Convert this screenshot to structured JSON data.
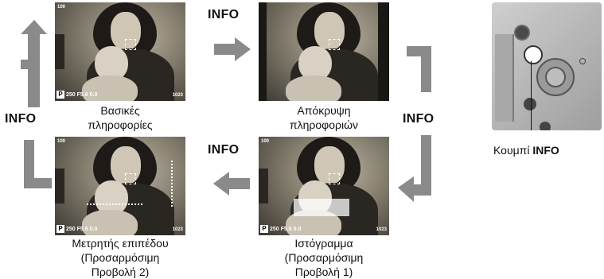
{
  "labels": {
    "info_top": "INFO",
    "info_left": "INFO",
    "info_right": "INFO",
    "info_bottom": "INFO",
    "button_caption_prefix": "Κουμπί",
    "button_caption_bold": "INFO"
  },
  "captions": {
    "basic": [
      "Βασικές",
      "πληροφορίες"
    ],
    "hidden": [
      "Απόκρυψη",
      "πληροφοριών"
    ],
    "level": [
      "Μετρητής επιπέδου",
      "(Προσαρμόσιμη",
      "Προβολή 2)"
    ],
    "histogram": [
      "Ιστόγραμμα",
      "(Προσαρμόσιμη",
      "Προβολή 1)"
    ]
  },
  "screen_text": {
    "mode": "P",
    "shutter": "250",
    "aperture": "F5.6",
    "exposure": "0.0",
    "iso": "100",
    "shots": "1023"
  }
}
